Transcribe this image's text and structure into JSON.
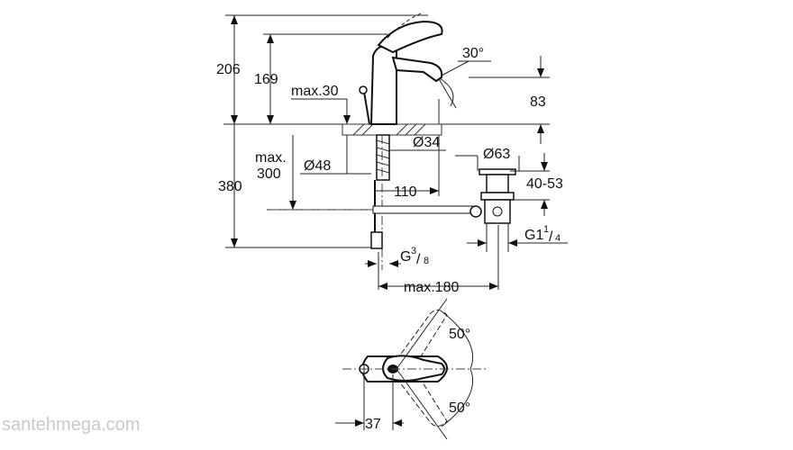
{
  "side_view": {
    "overall_height_label": "206",
    "spout_height_label": "169",
    "lever_clearance_label": "max.30",
    "mixer_angle_label": "30°",
    "outlet_offset_label": "83",
    "hole_diameter_label": "Ø34",
    "mounting_diameter_label": "Ø48",
    "max_deck_label_line1": "max.",
    "max_deck_label_line2": "300",
    "spout_reach_label": "110",
    "total_below_label": "380",
    "waste_diameter_label": "Ø63",
    "waste_range_label": "40-53",
    "waste_thread_main": "G1",
    "waste_thread_num": "1",
    "waste_thread_den": "4",
    "connection_thread_main": "G",
    "connection_thread_num": "3",
    "connection_thread_den": "8",
    "popup_reach_label": "max.180"
  },
  "top_view": {
    "rotation_upper_label": "50°",
    "rotation_lower_label": "50°",
    "lever_offset_label": "37"
  },
  "watermark": "santehmega.com"
}
